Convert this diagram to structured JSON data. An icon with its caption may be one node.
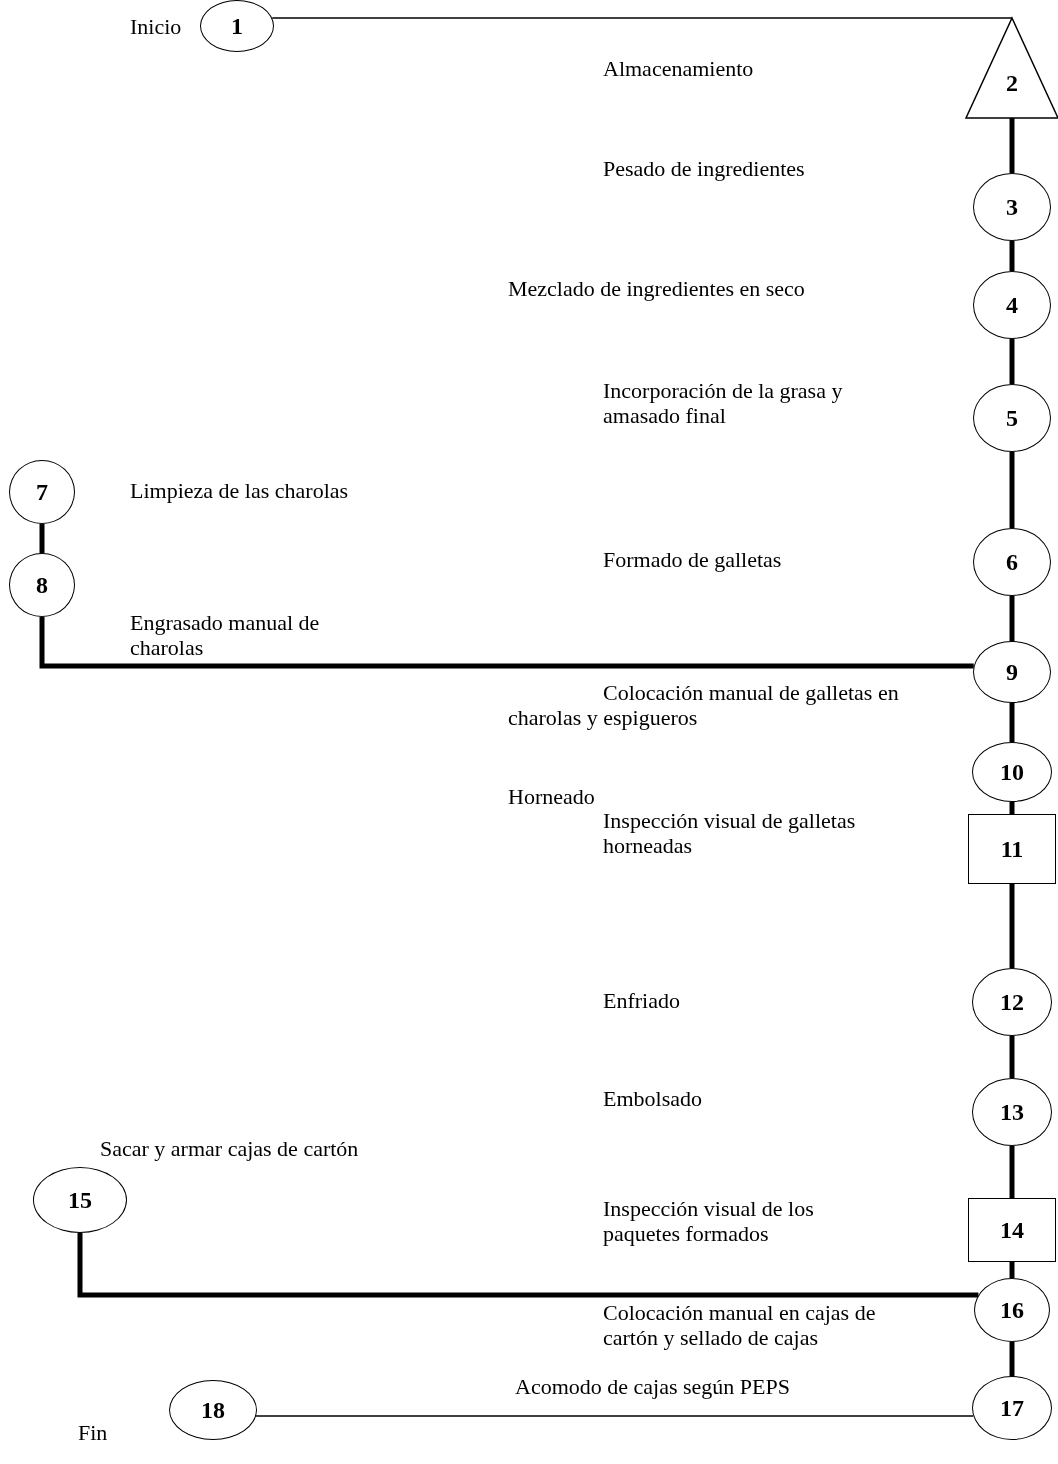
{
  "diagram": {
    "nodes": [
      {
        "text": [
          "1"
        ],
        "beside": [
          "Inicio"
        ]
      },
      {
        "text": [
          "2"
        ]
      },
      {
        "text": [
          "3"
        ]
      },
      {
        "text": [
          "4"
        ]
      },
      {
        "text": [
          "5"
        ]
      },
      {
        "text": [
          "6"
        ]
      },
      {
        "text": [
          "7"
        ]
      },
      {
        "text": [
          "8"
        ]
      },
      {
        "text": [
          "9"
        ]
      },
      {
        "text": [
          "10"
        ]
      },
      {
        "text": [
          "11"
        ]
      },
      {
        "text": [
          "12"
        ]
      },
      {
        "text": [
          "13"
        ]
      },
      {
        "text": [
          "14"
        ]
      },
      {
        "text": [
          "15"
        ]
      },
      {
        "text": [
          "16"
        ]
      },
      {
        "text": [
          "17"
        ]
      },
      {
        "text": [
          "18"
        ],
        "beside": [
          "Fin"
        ]
      }
    ],
    "edges": [
      {
        "from": 0,
        "to": 1,
        "arrow": "none"
      },
      {
        "from": 1,
        "to": 2,
        "arrow": "none"
      },
      {
        "from": 2,
        "to": 3,
        "arrow": "none"
      },
      {
        "from": 3,
        "to": 4,
        "arrow": "none"
      },
      {
        "from": 4,
        "to": 5,
        "arrow": "none"
      },
      {
        "from": 5,
        "to": 8,
        "arrow": "none"
      },
      {
        "from": 6,
        "to": 7,
        "arrow": "none"
      },
      {
        "from": 7,
        "to": 8,
        "arrow": "none"
      },
      {
        "from": 8,
        "to": 9,
        "arrow": "none"
      },
      {
        "from": 9,
        "to": 10,
        "arrow": "none"
      },
      {
        "from": 10,
        "to": 11,
        "arrow": "none"
      },
      {
        "from": 11,
        "to": 12,
        "arrow": "none"
      },
      {
        "from": 12,
        "to": 13,
        "arrow": "none"
      },
      {
        "from": 13,
        "to": 15,
        "arrow": "none"
      },
      {
        "from": 14,
        "to": 15,
        "arrow": "none"
      },
      {
        "from": 15,
        "to": 16,
        "arrow": "none"
      },
      {
        "from": 16,
        "to": 17,
        "arrow": "none"
      }
    ],
    "labels": [
      "Almacenamiento",
      "Pesado de ingredientes",
      "Mezclado de ingredientes en seco",
      "Incorporación de la grasa y amasado final",
      "Limpieza de las charolas",
      "Formado de galletas",
      "Engrasado manual de charolas",
      "Colocación manual de galletas en charolas y espigueros",
      "Horneado",
      "Inspección visual de galletas horneadas",
      "Enfriado",
      "Embolsado",
      "Sacar y armar cajas de cartón",
      "Inspección visual de los paquetes formados",
      "Colocación manual en cajas de cartón y sellado de cajas",
      "Acomodo de cajas según PEPS"
    ]
  }
}
